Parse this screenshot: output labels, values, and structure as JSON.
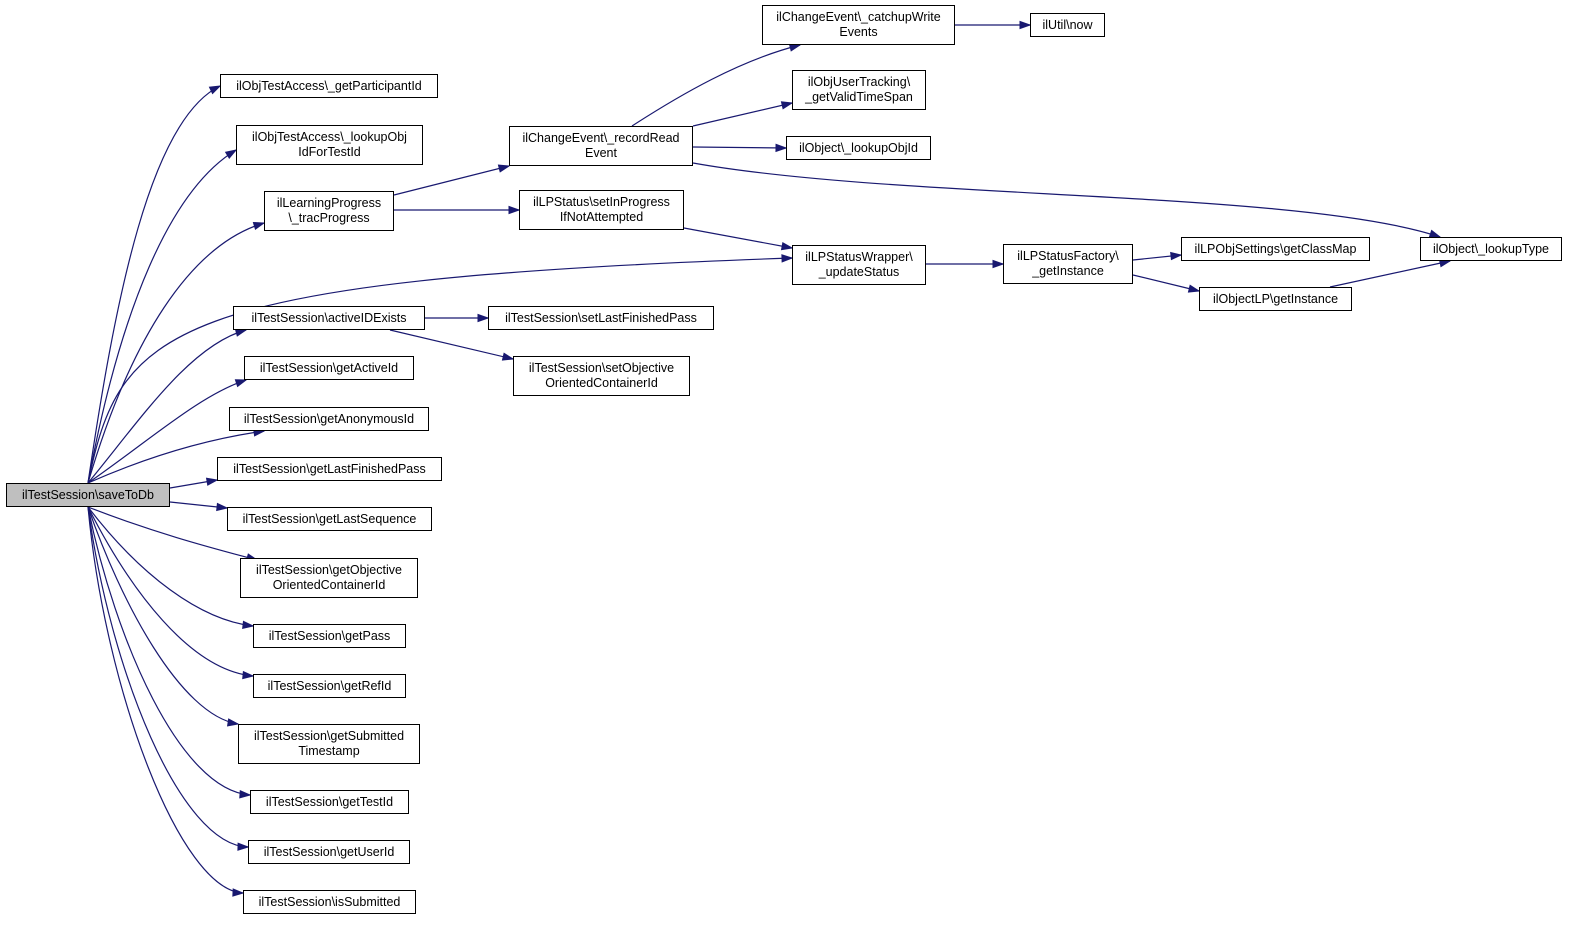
{
  "graph": {
    "edge_color": "#191970",
    "root_fill": "#bfbfbf",
    "node_fill": "#ffffff",
    "nodes": [
      {
        "id": "root",
        "lines": [
          "ilTestSession\\saveToDb"
        ]
      },
      {
        "id": "n1",
        "lines": [
          "ilObjTestAccess\\_getParticipantId"
        ]
      },
      {
        "id": "n2",
        "lines": [
          "ilObjTestAccess\\_lookupObj",
          "IdForTestId"
        ]
      },
      {
        "id": "n3",
        "lines": [
          "ilLearningProgress",
          "\\_tracProgress"
        ]
      },
      {
        "id": "n4",
        "lines": [
          "ilTestSession\\activeIDExists"
        ]
      },
      {
        "id": "n5",
        "lines": [
          "ilTestSession\\getActiveId"
        ]
      },
      {
        "id": "n6",
        "lines": [
          "ilTestSession\\getAnonymousId"
        ]
      },
      {
        "id": "n7",
        "lines": [
          "ilTestSession\\getLastFinishedPass"
        ]
      },
      {
        "id": "n8",
        "lines": [
          "ilTestSession\\getLastSequence"
        ]
      },
      {
        "id": "n9",
        "lines": [
          "ilTestSession\\getObjective",
          "OrientedContainerId"
        ]
      },
      {
        "id": "n10",
        "lines": [
          "ilTestSession\\getPass"
        ]
      },
      {
        "id": "n11",
        "lines": [
          "ilTestSession\\getRefId"
        ]
      },
      {
        "id": "n12",
        "lines": [
          "ilTestSession\\getSubmitted",
          "Timestamp"
        ]
      },
      {
        "id": "n13",
        "lines": [
          "ilTestSession\\getTestId"
        ]
      },
      {
        "id": "n14",
        "lines": [
          "ilTestSession\\getUserId"
        ]
      },
      {
        "id": "n15",
        "lines": [
          "ilTestSession\\isSubmitted"
        ]
      },
      {
        "id": "n16",
        "lines": [
          "ilChangeEvent\\_recordRead",
          "Event"
        ]
      },
      {
        "id": "n17",
        "lines": [
          "ilLPStatus\\setInProgress",
          "IfNotAttempted"
        ]
      },
      {
        "id": "n18",
        "lines": [
          "ilTestSession\\setLastFinishedPass"
        ]
      },
      {
        "id": "n19",
        "lines": [
          "ilTestSession\\setObjective",
          "OrientedContainerId"
        ]
      },
      {
        "id": "n20",
        "lines": [
          "ilChangeEvent\\_catchupWrite",
          "Events"
        ]
      },
      {
        "id": "n21",
        "lines": [
          "ilObjUserTracking\\",
          "_getValidTimeSpan"
        ]
      },
      {
        "id": "n22",
        "lines": [
          "ilObject\\_lookupObjId"
        ]
      },
      {
        "id": "n23",
        "lines": [
          "ilLPStatusWrapper\\",
          "_updateStatus"
        ]
      },
      {
        "id": "n24",
        "lines": [
          "ilUtil\\now"
        ]
      },
      {
        "id": "n25",
        "lines": [
          "ilLPStatusFactory\\",
          "_getInstance"
        ]
      },
      {
        "id": "n26",
        "lines": [
          "ilLPObjSettings\\getClassMap"
        ]
      },
      {
        "id": "n27",
        "lines": [
          "ilObjectLP\\getInstance"
        ]
      },
      {
        "id": "n28",
        "lines": [
          "ilObject\\_lookupType"
        ]
      }
    ],
    "edges": [
      [
        "root",
        "n1"
      ],
      [
        "root",
        "n2"
      ],
      [
        "root",
        "n3"
      ],
      [
        "root",
        "n23"
      ],
      [
        "root",
        "n4"
      ],
      [
        "root",
        "n5"
      ],
      [
        "root",
        "n6"
      ],
      [
        "root",
        "n7"
      ],
      [
        "root",
        "n8"
      ],
      [
        "root",
        "n9"
      ],
      [
        "root",
        "n10"
      ],
      [
        "root",
        "n11"
      ],
      [
        "root",
        "n12"
      ],
      [
        "root",
        "n13"
      ],
      [
        "root",
        "n14"
      ],
      [
        "root",
        "n15"
      ],
      [
        "n3",
        "n16"
      ],
      [
        "n3",
        "n17"
      ],
      [
        "n16",
        "n20"
      ],
      [
        "n16",
        "n21"
      ],
      [
        "n16",
        "n22"
      ],
      [
        "n16",
        "n28"
      ],
      [
        "n20",
        "n24"
      ],
      [
        "n17",
        "n23"
      ],
      [
        "n23",
        "n25"
      ],
      [
        "n25",
        "n26"
      ],
      [
        "n25",
        "n27"
      ],
      [
        "n27",
        "n28"
      ],
      [
        "n4",
        "n18"
      ],
      [
        "n4",
        "n19"
      ]
    ]
  }
}
